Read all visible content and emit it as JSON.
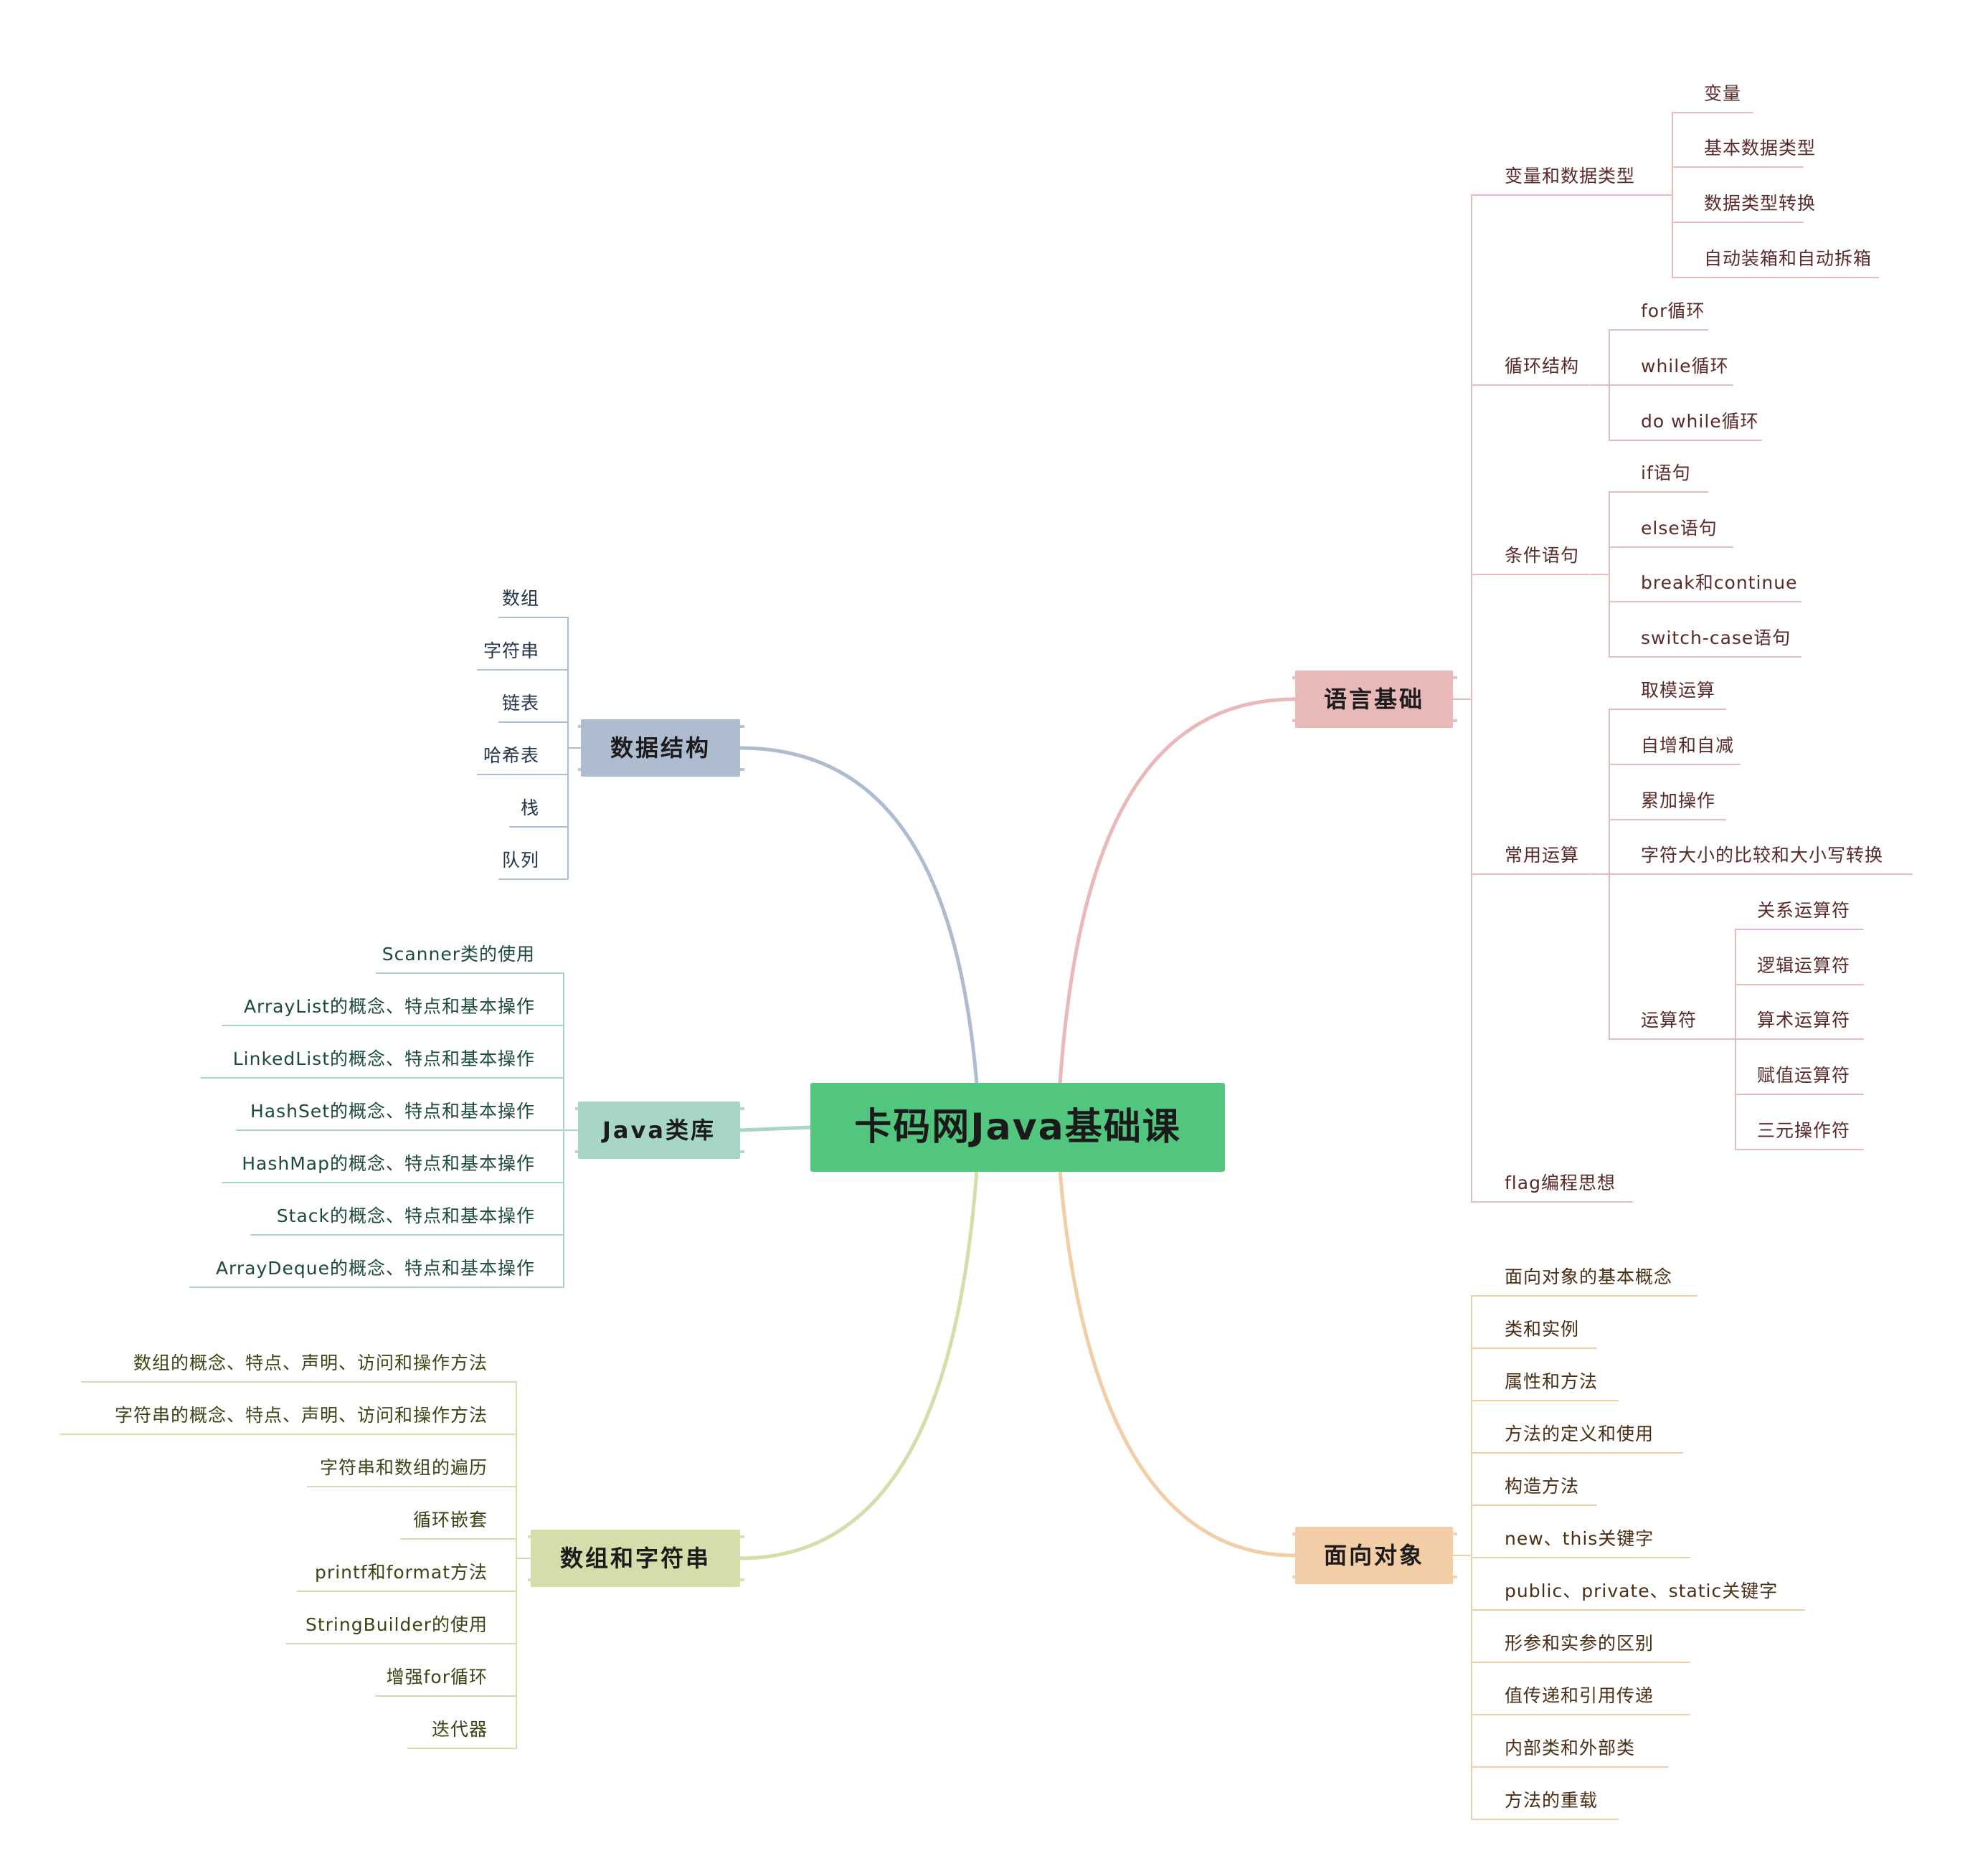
{
  "root": {
    "label": "卡码网Java基础课",
    "color": "#52c67e"
  },
  "branches": {
    "lang": {
      "label": "语言基础",
      "color": "#e9b8b8",
      "textColor": "#5a2a2a",
      "children": {
        "vars": {
          "label": "变量和数据类型",
          "items": [
            "变量",
            "基本数据类型",
            "数据类型转换",
            "自动装箱和自动拆箱"
          ]
        },
        "loop": {
          "label": "循环结构",
          "items": [
            "for循环",
            "while循环",
            "do while循环"
          ]
        },
        "cond": {
          "label": "条件语句",
          "items": [
            "if语句",
            "else语句",
            "break和continue",
            "switch-case语句"
          ]
        },
        "ops": {
          "label": "常用运算",
          "items": [
            "取模运算",
            "自增和自减",
            "累加操作",
            "字符大小的比较和大小写转换"
          ],
          "operators": {
            "label": "运算符",
            "items": [
              "关系运算符",
              "逻辑运算符",
              "算术运算符",
              "赋值运算符",
              "三元操作符"
            ]
          }
        },
        "flag": {
          "label": "flag编程思想"
        }
      }
    },
    "oop": {
      "label": "面向对象",
      "color": "#f2cda6",
      "textColor": "#4a2e14",
      "items": [
        "面向对象的基本概念",
        "类和实例",
        "属性和方法",
        "方法的定义和使用",
        "构造方法",
        "new、this关键字",
        "public、private、static关键字",
        "形参和实参的区别",
        "值传递和引用传递",
        "内部类和外部类",
        "方法的重载"
      ]
    },
    "ds": {
      "label": "数据结构",
      "color": "#aebccf",
      "textColor": "#23354a",
      "items": [
        "数组",
        "字符串",
        "链表",
        "哈希表",
        "栈",
        "队列"
      ]
    },
    "lib": {
      "label": "Java类库",
      "color": "#a7d6c9",
      "textColor": "#1c4a3e",
      "items": [
        "Scanner类的使用",
        "ArrayList的概念、特点和基本操作",
        "LinkedList的概念、特点和基本操作",
        "HashSet的概念、特点和基本操作",
        "HashMap的概念、特点和基本操作",
        "Stack的概念、特点和基本操作",
        "ArrayDeque的概念、特点和基本操作"
      ]
    },
    "arr": {
      "label": "数组和字符串",
      "color": "#d6dcaa",
      "textColor": "#3e4214",
      "items": [
        "数组的概念、特点、声明、访问和操作方法",
        "字符串的概念、特点、声明、访问和操作方法",
        "字符串和数组的遍历",
        "循环嵌套",
        "printf和format方法",
        "StringBuilder的使用",
        "增强for循环",
        "迭代器"
      ]
    }
  }
}
